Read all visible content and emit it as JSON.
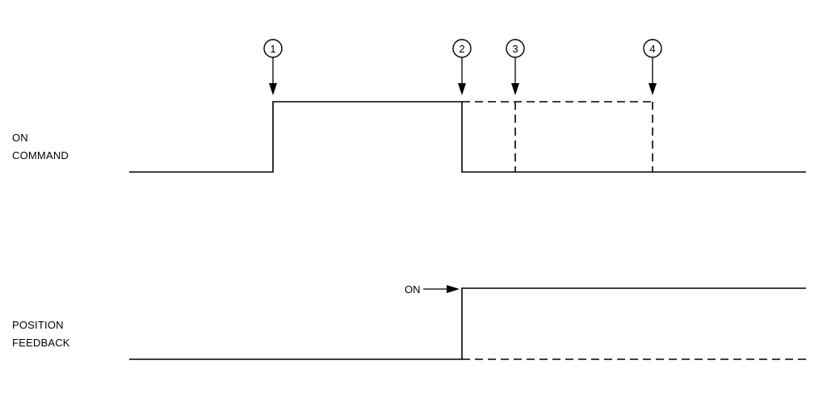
{
  "signals": {
    "on_command": {
      "label_lines": [
        "ON",
        "COMMAND"
      ]
    },
    "position_feedback": {
      "label_lines": [
        "POSITION",
        "FEEDBACK"
      ],
      "on_label": "ON"
    }
  },
  "markers": [
    {
      "number": "1"
    },
    {
      "number": "2"
    },
    {
      "number": "3"
    },
    {
      "number": "4"
    }
  ],
  "colors": {
    "line": "#000000",
    "background": "#ffffff"
  }
}
